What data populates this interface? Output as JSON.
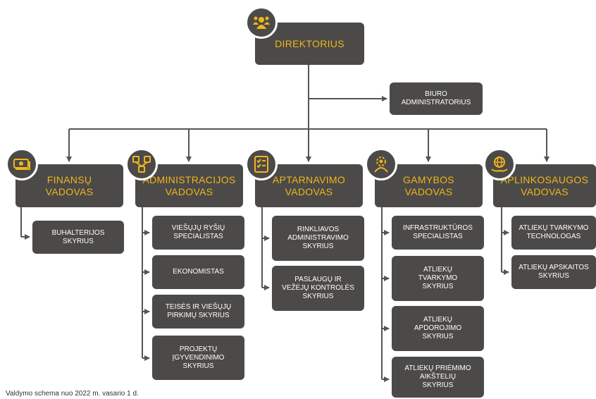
{
  "director": {
    "label": "DIREKTORIUS"
  },
  "office": {
    "line1": "BIURO",
    "line2": "ADMINISTRATORIUS"
  },
  "managers": [
    {
      "line1": "FINANSŲ",
      "line2": "VADOVAS"
    },
    {
      "line1": "ADMINISTRACIJOS",
      "line2": "VADOVAS"
    },
    {
      "line1": "APTARNAVIMO",
      "line2": "VADOVAS"
    },
    {
      "line1": "GAMYBOS",
      "line2": "VADOVAS"
    },
    {
      "line1": "APLINKOSAUGOS",
      "line2": "VADOVAS"
    }
  ],
  "units": {
    "finansu": [
      {
        "lines": [
          "BUHALTERIJOS",
          "SKYRIUS"
        ]
      }
    ],
    "administracijos": [
      {
        "lines": [
          "VIEŠŲJŲ RYŠIŲ",
          "SPECIALISTAS"
        ]
      },
      {
        "lines": [
          "EKONOMISTAS"
        ]
      },
      {
        "lines": [
          "TEISĖS IR VIEŠŲJŲ",
          "PIRKIMŲ SKYRIUS"
        ]
      },
      {
        "lines": [
          "PROJEKTŲ",
          "ĮGYVENDINIMO",
          "SKYRIUS"
        ]
      }
    ],
    "aptarnavimo": [
      {
        "lines": [
          "RINKLIAVOS",
          "ADMINISTRAVIMO",
          "SKYRIUS"
        ]
      },
      {
        "lines": [
          "PASLAUGŲ IR",
          "VEŽĖJŲ KONTROLĖS",
          "SKYRIUS"
        ]
      }
    ],
    "gamybos": [
      {
        "lines": [
          "INFRASTRUKTŪROS",
          "SPECIALISTAS"
        ]
      },
      {
        "lines": [
          "ATLIEKŲ",
          "TVARKYMO",
          "SKYRIUS"
        ]
      },
      {
        "lines": [
          "ATLIEKŲ",
          "APDOROJIMO",
          "SKYRIUS"
        ]
      },
      {
        "lines": [
          "ATLIEKŲ PRIĖMIMO",
          "AIKŠTELIŲ",
          "SKYRIUS"
        ]
      }
    ],
    "aplinkosaugos": [
      {
        "lines": [
          "ATLIEKŲ TVARKYMO",
          "TECHNOLOGAS"
        ]
      },
      {
        "lines": [
          "ATLIEKŲ APSKAITOS",
          "SKYRIUS"
        ]
      }
    ]
  },
  "caption": "Valdymo schema nuo 2022 m. vasario 1 d.",
  "colors": {
    "box": "#4b4a48",
    "accent": "#f2b51a",
    "text": "#ffffff",
    "line": "#555555"
  }
}
